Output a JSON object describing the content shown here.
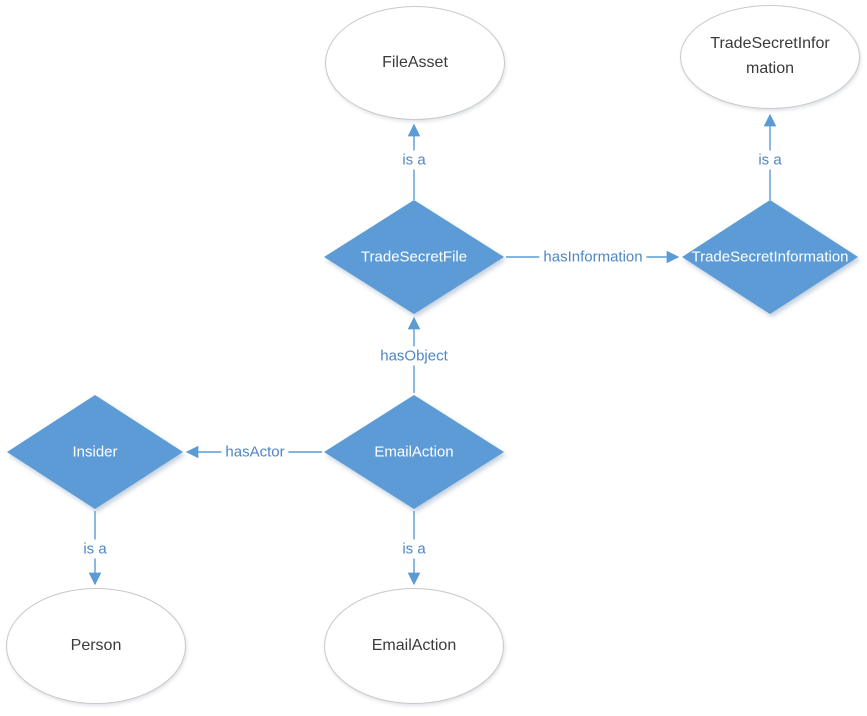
{
  "diagram": {
    "title": "ontology-instance-graph",
    "ellipse_nodes": [
      {
        "id": "file-asset-class",
        "label": "FileAsset"
      },
      {
        "id": "trade-secret-information-class",
        "label": "TradeSecretInformation"
      },
      {
        "id": "person-class",
        "label": "Person"
      },
      {
        "id": "email-action-class",
        "label": "EmailAction"
      }
    ],
    "diamond_nodes": [
      {
        "id": "trade-secret-file",
        "label": "TradeSecretFile"
      },
      {
        "id": "trade-secret-information",
        "label": "TradeSecretInformation"
      },
      {
        "id": "insider",
        "label": "Insider"
      },
      {
        "id": "email-action",
        "label": "EmailAction"
      }
    ],
    "edges": [
      {
        "from": "trade-secret-file",
        "to": "file-asset-class",
        "label": "is a"
      },
      {
        "from": "trade-secret-information",
        "to": "trade-secret-information-class",
        "label": "is a"
      },
      {
        "from": "trade-secret-file",
        "to": "trade-secret-information",
        "label": "hasInformation"
      },
      {
        "from": "email-action",
        "to": "trade-secret-file",
        "label": "hasObject"
      },
      {
        "from": "email-action",
        "to": "insider",
        "label": "hasActor"
      },
      {
        "from": "insider",
        "to": "person-class",
        "label": "is a"
      },
      {
        "from": "email-action",
        "to": "email-action-class",
        "label": "is a"
      }
    ],
    "colors": {
      "diamond_fill": "#5b9bd5",
      "diamond_text": "#ffffff",
      "connector": "#5b9bd5",
      "edge_label_text": "#4e86c6",
      "ellipse_fill": "#ffffff",
      "ellipse_border": "#c9c9c9",
      "ellipse_text": "#3a3a3a"
    }
  }
}
